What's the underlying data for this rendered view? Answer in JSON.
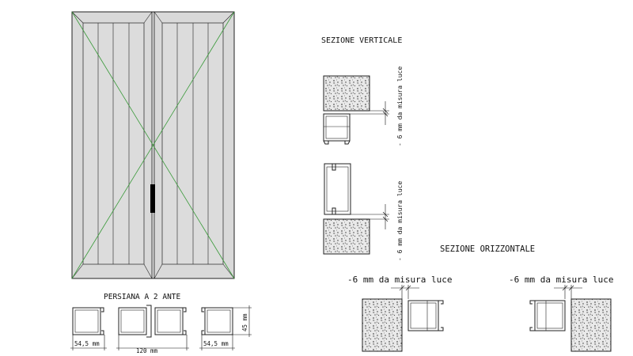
{
  "labels": {
    "sezione_verticale": "SEZIONE VERTICALE",
    "sezione_orizzontale": "SEZIONE ORIZZONTALE",
    "persiana": "PERSIANA A 2 ANTE",
    "offset_vertical_top": "- 6 mm da misura luce",
    "offset_vertical_bottom": "- 6 mm da misura luce",
    "offset_horizontal_left": "-6 mm da misura luce",
    "offset_horizontal_right": "-6 mm da misura luce"
  },
  "dimensions": {
    "left_profile_width": "54,5 mm",
    "center_width": "120 mm",
    "right_profile_width": "54,5 mm",
    "profile_height": "45 mm"
  },
  "colors": {
    "panel_fill": "#d9d9d9",
    "diagonal": "#3a9a3a",
    "line": "#222222",
    "dim": "#1a1a1a"
  }
}
